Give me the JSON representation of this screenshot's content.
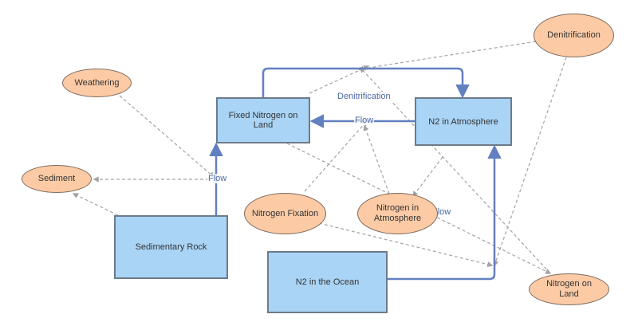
{
  "colors": {
    "stock_fill": "#a9d4f6",
    "stock_border": "#6d7b8a",
    "aux_fill": "#fccba6",
    "aux_border": "#7f6a5c",
    "flow": "#6280c0",
    "link": "#a3a3a3"
  },
  "stocks": {
    "fixed_nitrogen_on_land": "Fixed Nitrogen on Land",
    "n2_in_atmosphere": "N2 in Atmosphere",
    "sedimentary_rock": "Sedimentary Rock",
    "n2_in_the_ocean": "N2 in the Ocean"
  },
  "variables": {
    "weathering": "Weathering",
    "sediment": "Sediment",
    "denitrification": "Denitrification",
    "nitrogen_fixation": "Nitrogen Fixation",
    "nitrogen_in_atmosphere": "Nitrogen in Atmosphere",
    "nitrogen_on_land": "Nitrogen on Land"
  },
  "flows": {
    "denitrification": "Denitrification",
    "atmosphere_to_land": "Flow",
    "rock_to_land": "Flow",
    "ocean_to_atmosphere": "Flow"
  }
}
